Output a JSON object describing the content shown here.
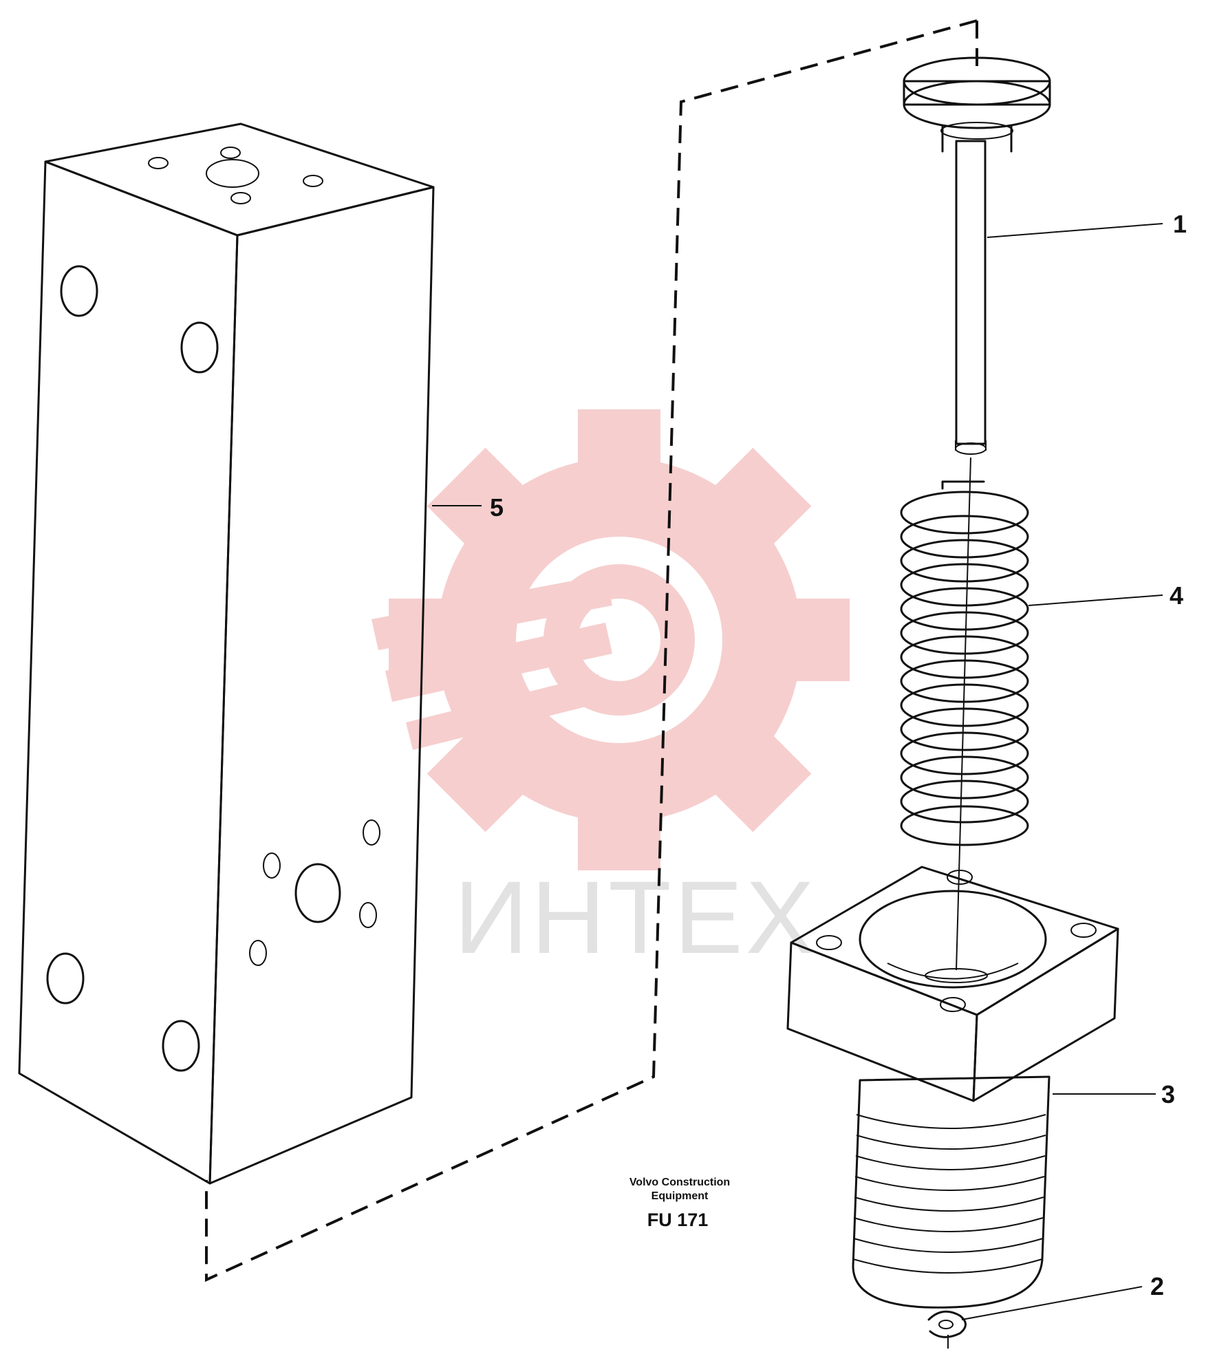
{
  "diagram": {
    "callouts": [
      "1",
      "2",
      "3",
      "4",
      "5"
    ],
    "caption": {
      "line1": "Volvo Construction",
      "line2": "Equipment",
      "code": "FU 171"
    },
    "watermark": {
      "text": "ИНТЕХ",
      "logo": "gear-logo"
    }
  },
  "colors": {
    "line": "#111111",
    "watermark_logo": "#f6c9c9",
    "watermark_text": "#e2e2e2",
    "background": "#ffffff"
  }
}
